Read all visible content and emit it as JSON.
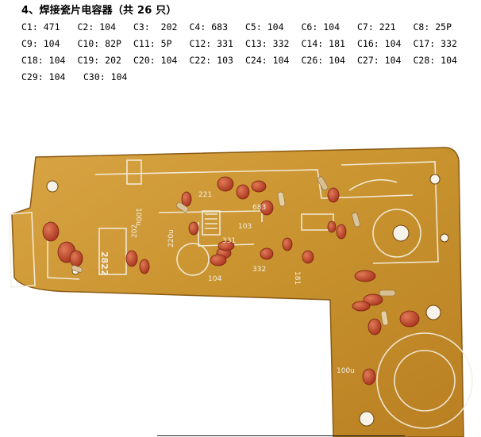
{
  "heading": "4、焊接瓷片电容器（共 26 只）",
  "capacitor_rows": [
    [
      {
        "ref": "C1",
        "value": "471"
      },
      {
        "ref": "C2",
        "value": "104"
      },
      {
        "ref": "C3",
        "value": "202"
      },
      {
        "ref": "C4",
        "value": "683"
      },
      {
        "ref": "C5",
        "value": "104"
      },
      {
        "ref": "C6",
        "value": "104"
      },
      {
        "ref": "C7",
        "value": "221"
      },
      {
        "ref": "C8",
        "value": "25P"
      }
    ],
    [
      {
        "ref": "C9",
        "value": "104"
      },
      {
        "ref": "C10",
        "value": "82P"
      },
      {
        "ref": "C11",
        "value": "5P"
      },
      {
        "ref": "C12",
        "value": "331"
      },
      {
        "ref": "C13",
        "value": "332"
      },
      {
        "ref": "C14",
        "value": "181"
      },
      {
        "ref": "C16",
        "value": "104"
      },
      {
        "ref": "C17",
        "value": "332"
      }
    ],
    [
      {
        "ref": "C18",
        "value": "104"
      },
      {
        "ref": "C19",
        "value": "202"
      },
      {
        "ref": "C20",
        "value": "104"
      },
      {
        "ref": "C22",
        "value": "103"
      },
      {
        "ref": "C24",
        "value": "104"
      },
      {
        "ref": "C26",
        "value": "104"
      },
      {
        "ref": "C27",
        "value": "104"
      },
      {
        "ref": "C28",
        "value": "104"
      }
    ],
    [
      {
        "ref": "C29",
        "value": "104"
      },
      {
        "ref": "C30",
        "value": "104"
      }
    ]
  ],
  "photo": {
    "board_color": "#c8922e",
    "silkscreen_color": "#f4efe2",
    "capacitor_color": "#c0442a",
    "labels": [
      "2822",
      "221",
      "100u",
      "220u",
      "331",
      "332",
      "104",
      "103",
      "202",
      "683",
      "181",
      "100u"
    ]
  }
}
